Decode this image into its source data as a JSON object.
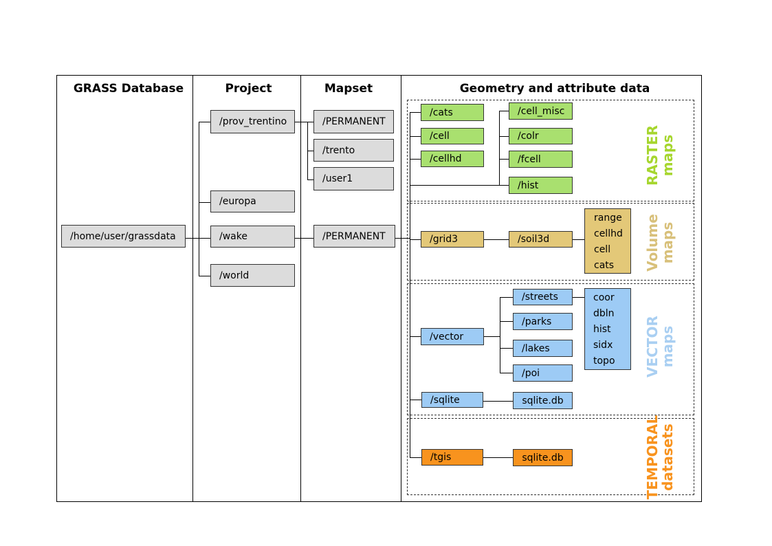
{
  "headers": {
    "database": "GRASS Database",
    "project": "Project",
    "mapset": "Mapset",
    "geometry": "Geometry and attribute data"
  },
  "database": {
    "path": "/home/user/grassdata"
  },
  "projects": [
    "/prov_trentino",
    "/europa",
    "/wake",
    "/world"
  ],
  "mapsets": {
    "prov_trentino": [
      "/PERMANENT",
      "/trento",
      "/user1"
    ],
    "wake": [
      "/PERMANENT"
    ]
  },
  "raster": {
    "label_line1": "RASTER",
    "label_line2": "maps",
    "left": [
      "/cats",
      "/cell",
      "/cellhd"
    ],
    "right": [
      "/cell_misc",
      "/colr",
      "/fcell",
      "/hist"
    ]
  },
  "volume": {
    "label_line1": "Volume",
    "label_line2": "maps",
    "grid": "/grid3",
    "soil": "/soil3d",
    "files": [
      "range",
      "cellhd",
      "cell",
      "cats"
    ]
  },
  "vector": {
    "label_line1": "VECTOR",
    "label_line2": "maps",
    "vector": "/vector",
    "layers": [
      "/streets",
      "/parks",
      "/lakes",
      "/poi"
    ],
    "files": [
      "coor",
      "dbln",
      "hist",
      "sidx",
      "topo"
    ],
    "sqlite": "/sqlite",
    "sqlite_db": "sqlite.db"
  },
  "temporal": {
    "label_line1": "TEMPORAL",
    "label_line2": "datasets",
    "tgis": "/tgis",
    "sqlite_db": "sqlite.db"
  },
  "colors": {
    "gray": "#dcdcdc",
    "raster": "#a9e06f",
    "raster_label": "#a6d62e",
    "volume": "#e3c878",
    "volume_label": "#d8c07a",
    "vector": "#9dcbf5",
    "vector_label": "#a9cff2",
    "temporal": "#f8931e"
  }
}
